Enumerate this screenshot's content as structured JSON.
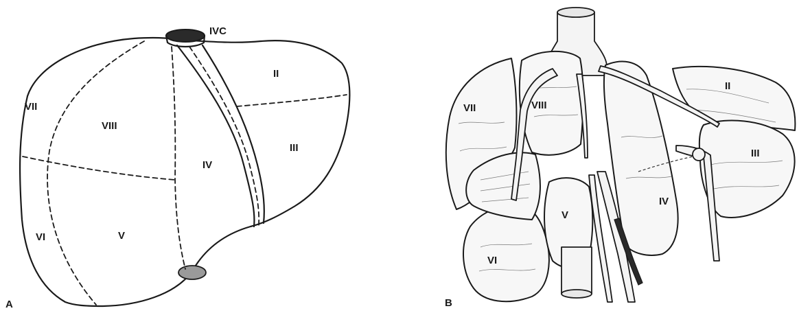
{
  "panel_a": {
    "label": "A",
    "ivc_label": "IVC",
    "segments": [
      "II",
      "III",
      "IV",
      "V",
      "VI",
      "VII",
      "VIII"
    ]
  },
  "panel_b": {
    "label": "B",
    "segments": [
      "II",
      "III",
      "IV",
      "V",
      "VI",
      "VII",
      "VIII"
    ]
  },
  "colors": {
    "ink": "#1a1a1a",
    "fill": "#f7f7f7",
    "background": "#ffffff"
  }
}
